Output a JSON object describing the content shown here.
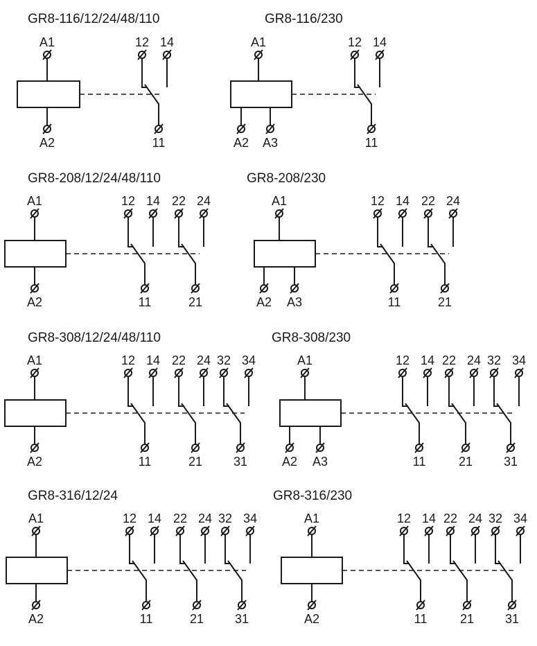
{
  "diagrams": [
    {
      "title": "GR8-116/12/24/48/110",
      "coil": [
        "A1",
        "A2"
      ],
      "contacts": [
        {
          "nc": "12",
          "no": "14",
          "com": "11"
        }
      ]
    },
    {
      "title": "GR8-116/230",
      "coil": [
        "A1",
        "A2",
        "A3"
      ],
      "contacts": [
        {
          "nc": "12",
          "no": "14",
          "com": "11"
        }
      ]
    },
    {
      "title": "GR8-208/12/24/48/110",
      "coil": [
        "A1",
        "A2"
      ],
      "contacts": [
        {
          "nc": "12",
          "no": "14",
          "com": "11"
        },
        {
          "nc": "22",
          "no": "24",
          "com": "21"
        }
      ]
    },
    {
      "title": "GR8-208/230",
      "coil": [
        "A1",
        "A2",
        "A3"
      ],
      "contacts": [
        {
          "nc": "12",
          "no": "14",
          "com": "11"
        },
        {
          "nc": "22",
          "no": "24",
          "com": "21"
        }
      ]
    },
    {
      "title": "GR8-308/12/24/48/110",
      "coil": [
        "A1",
        "A2"
      ],
      "contacts": [
        {
          "nc": "12",
          "no": "14",
          "com": "11"
        },
        {
          "nc": "22",
          "no": "24",
          "com": "21"
        },
        {
          "nc": "32",
          "no": "34",
          "com": "31"
        }
      ]
    },
    {
      "title": "GR8-308/230",
      "coil": [
        "A1",
        "A2",
        "A3"
      ],
      "contacts": [
        {
          "nc": "12",
          "no": "14",
          "com": "11"
        },
        {
          "nc": "22",
          "no": "24",
          "com": "21"
        },
        {
          "nc": "32",
          "no": "34",
          "com": "31"
        }
      ]
    },
    {
      "title": "GR8-316/12/24",
      "coil": [
        "A1",
        "A2"
      ],
      "contacts": [
        {
          "nc": "12",
          "no": "14",
          "com": "11"
        },
        {
          "nc": "22",
          "no": "24",
          "com": "21"
        },
        {
          "nc": "32",
          "no": "34",
          "com": "31"
        }
      ]
    },
    {
      "title": "GR8-316/230",
      "coil": [
        "A1",
        "A2"
      ],
      "contacts": [
        {
          "nc": "12",
          "no": "14",
          "com": "11"
        },
        {
          "nc": "22",
          "no": "24",
          "com": "21"
        },
        {
          "nc": "32",
          "no": "34",
          "com": "31"
        }
      ]
    }
  ],
  "colors": {
    "ink": "#1a1a1a",
    "background": "#ffffff"
  }
}
